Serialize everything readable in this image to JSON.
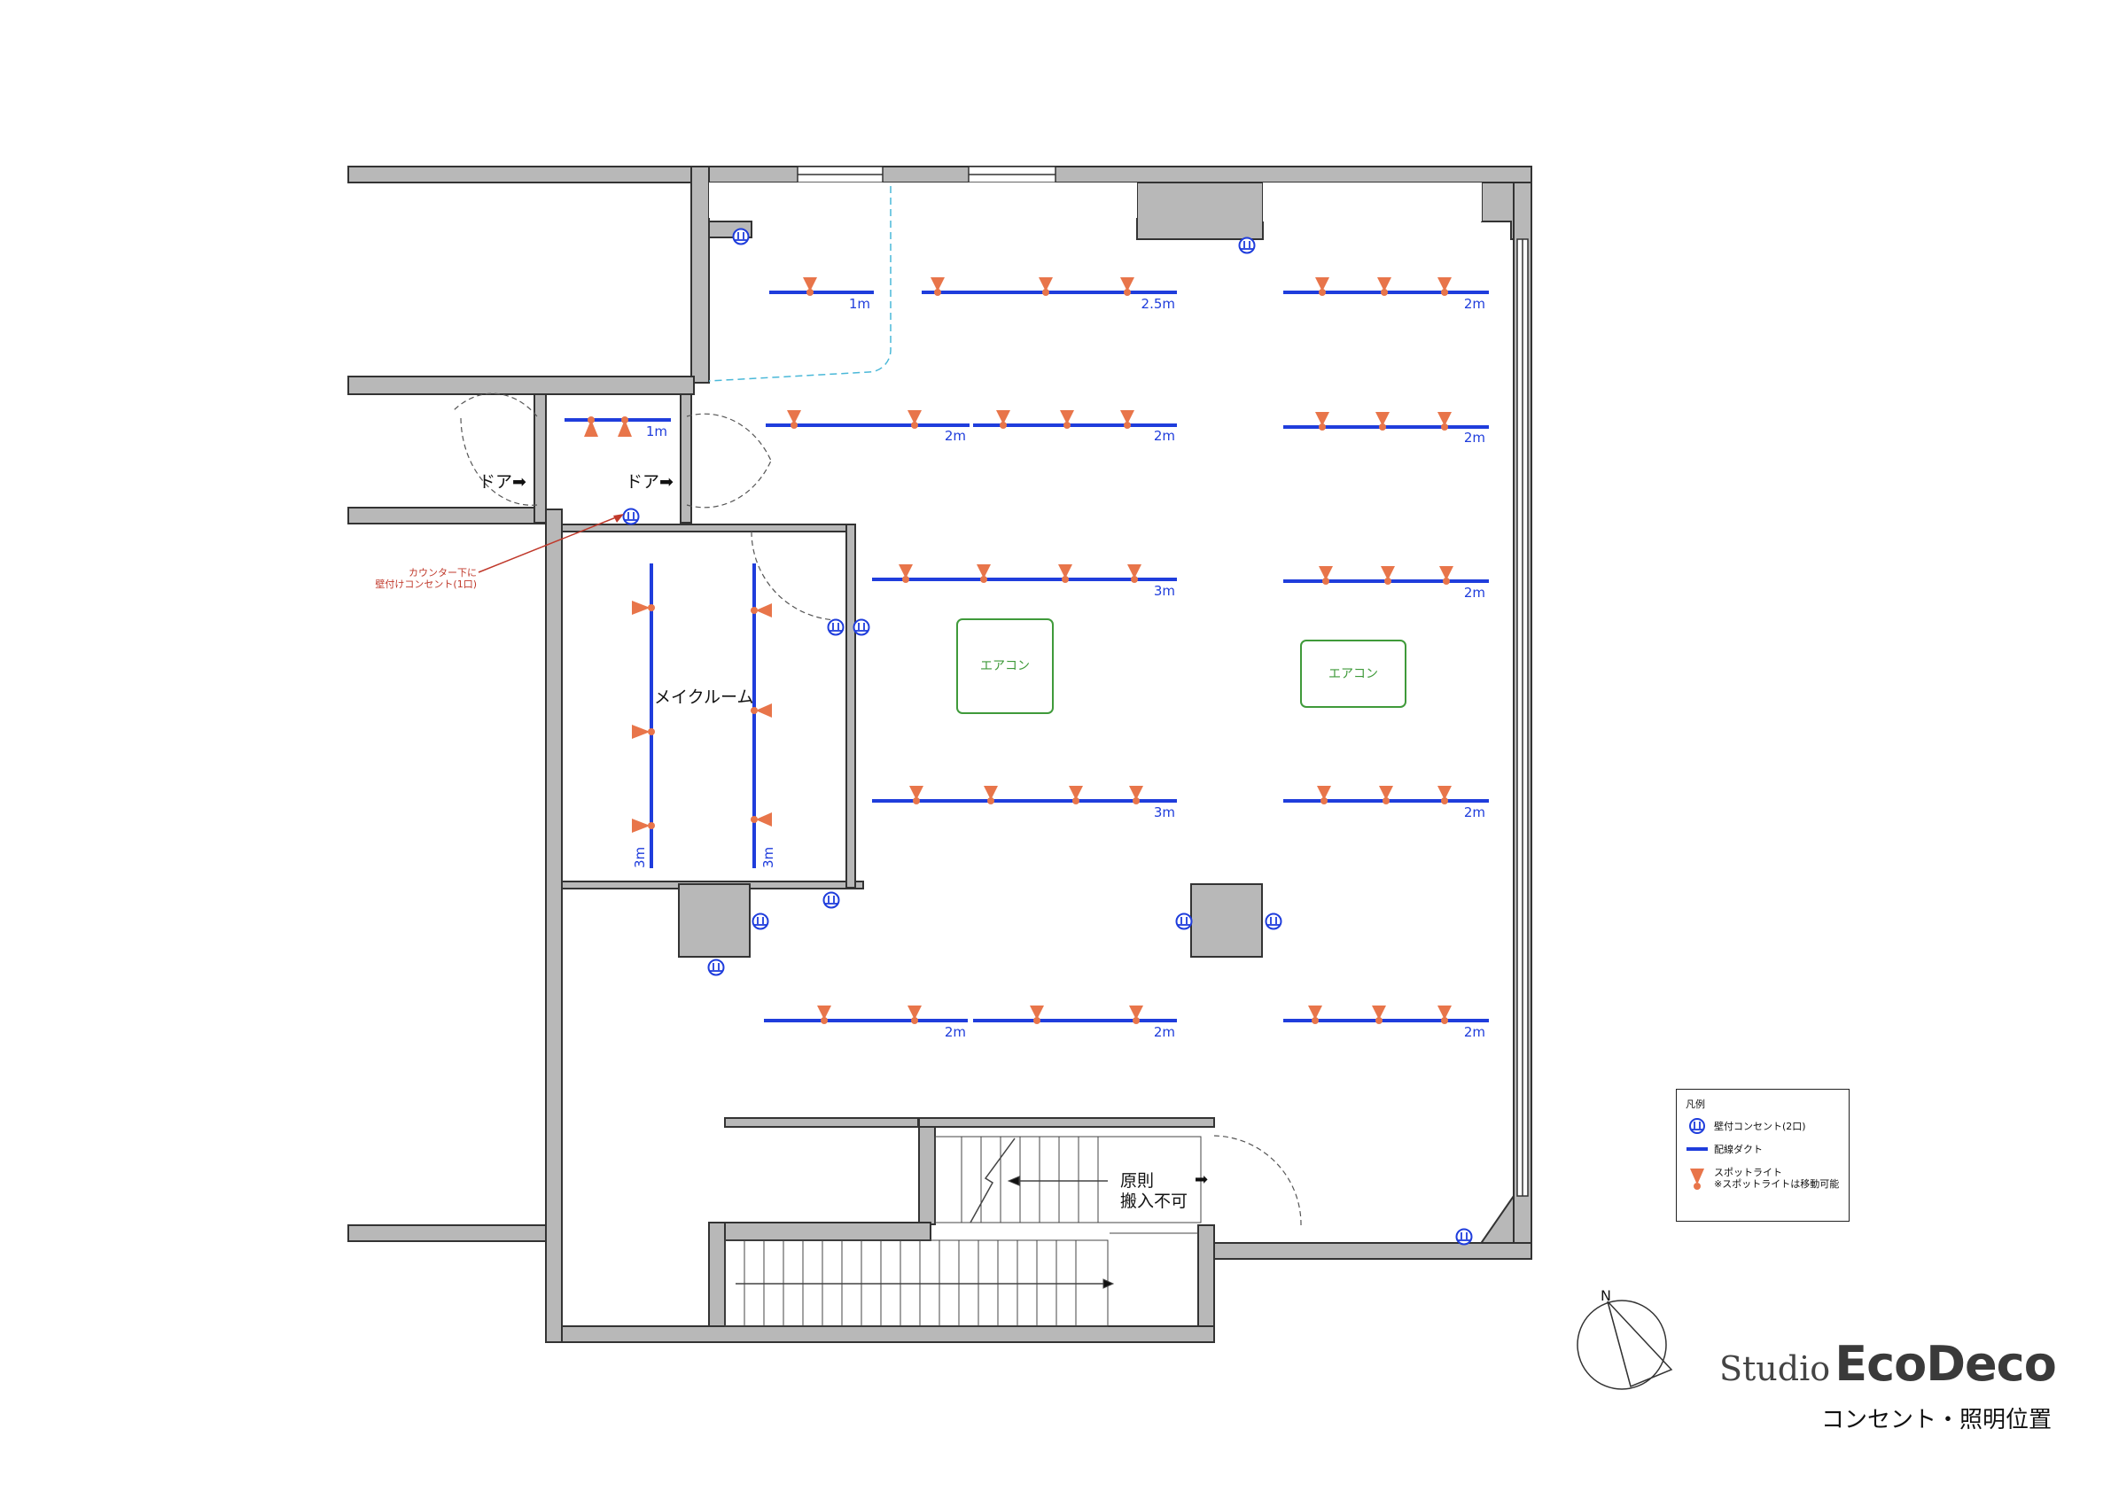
{
  "drawing": {
    "brand_prefix": "Studio",
    "brand_name": "EcoDeco",
    "subtitle": "コンセント・照明位置",
    "compass_label": "N"
  },
  "legend": {
    "title": "凡例",
    "items": [
      {
        "icon": "outlet-icon",
        "label": "壁付コンセント(2口)"
      },
      {
        "icon": "duct-line-icon",
        "label": "配線ダクト"
      },
      {
        "icon": "spotlight-icon",
        "label": "スポットライト",
        "note": "※スポットライトは移動可能"
      }
    ]
  },
  "rooms": {
    "make_room": "メイクルーム",
    "door_left": "ドア➡",
    "door_right": "ドア➡",
    "aircon_1": "エアコン",
    "aircon_2": "エアコン",
    "no_entry_line1": "原則",
    "no_entry_line2": "搬入不可"
  },
  "annotation": {
    "line1": "カウンター下に",
    "line2": "壁付けコンセント(1口)"
  },
  "ducts": {
    "d1": "1m",
    "d2": "2.5m",
    "d3": "2m",
    "d4": "1m",
    "d5": "2m",
    "d6": "2m",
    "d7": "2m",
    "d8": "3m",
    "d9": "2m",
    "d10": "3m",
    "d11": "2m",
    "d12": "2m",
    "d13": "2m",
    "d14": "2m",
    "v1": "3m",
    "v2": "3m"
  },
  "colors": {
    "duct": "#1f3ddc",
    "spotlight": "#e8754a",
    "wall_fill": "#b8b8b8",
    "aircon": "#3f9a3a",
    "annotation": "#c0392b"
  }
}
